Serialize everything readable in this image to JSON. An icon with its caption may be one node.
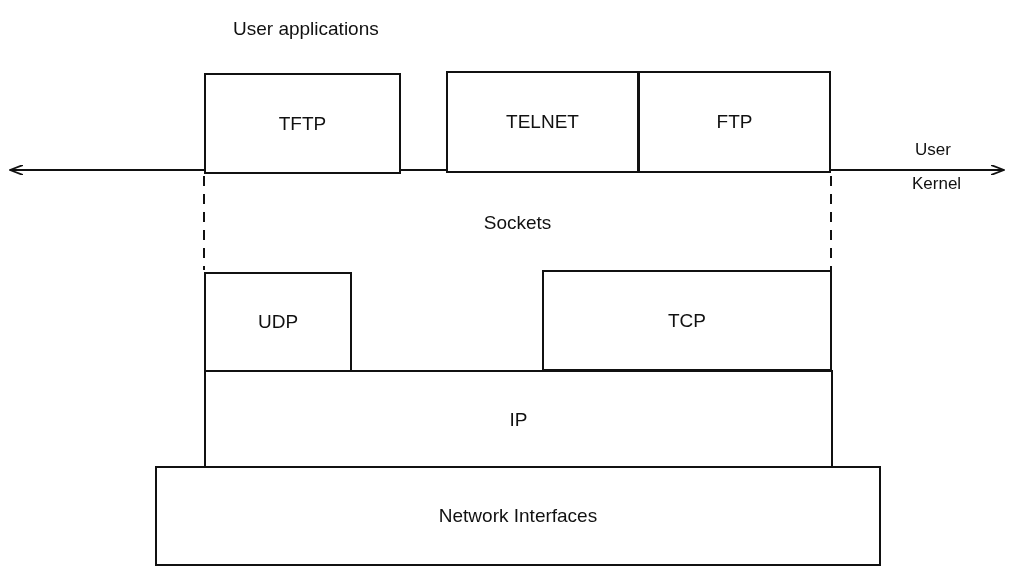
{
  "diagram": {
    "nodes": [
      {
        "text": [
          "TFTP"
        ]
      },
      {
        "text": [
          "TELNET"
        ]
      },
      {
        "text": [
          "FTP"
        ]
      },
      {
        "text": [
          "Sockets"
        ]
      },
      {
        "text": [
          "UDP"
        ]
      },
      {
        "text": [
          "TCP"
        ]
      },
      {
        "text": [
          "IP"
        ]
      },
      {
        "text": [
          "Network Interfaces"
        ]
      }
    ],
    "edges": [],
    "labels": [
      "User applications",
      "User",
      "Kernel"
    ]
  }
}
